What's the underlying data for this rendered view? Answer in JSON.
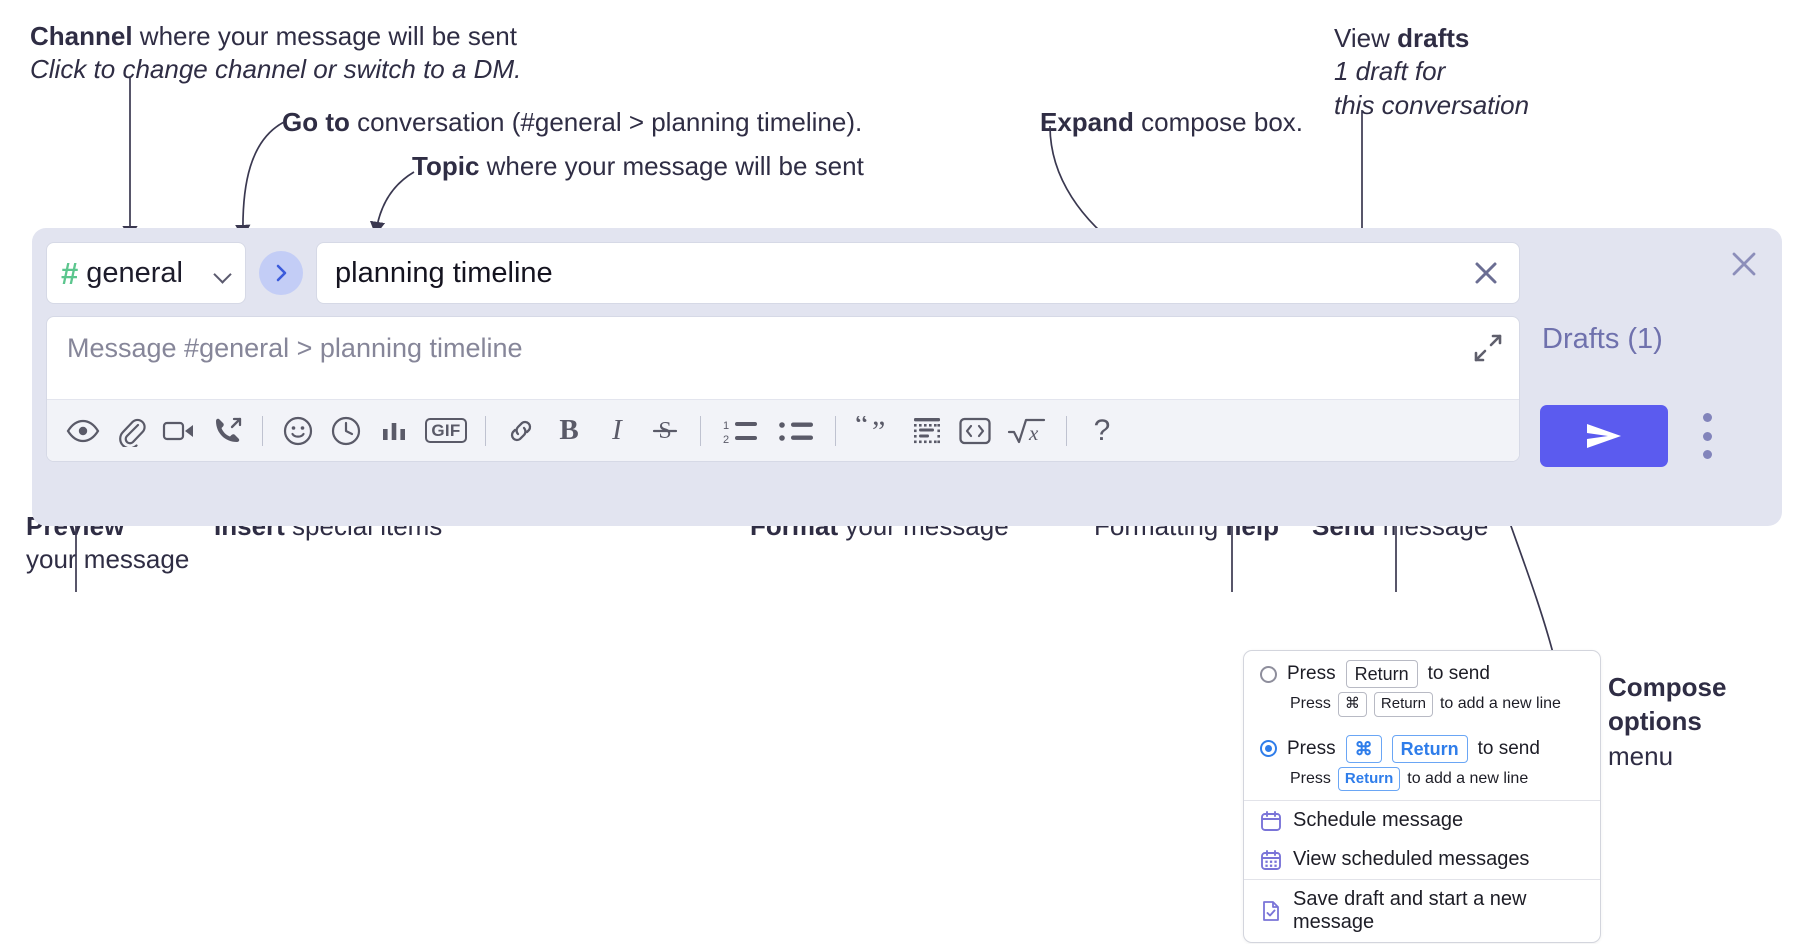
{
  "annotations": {
    "channel": {
      "bold": "Channel",
      "rest": " where your message will be sent",
      "italic": "Click to change channel or switch to a DM."
    },
    "goto": {
      "bold": "Go to",
      "rest": " conversation (#general > planning timeline)."
    },
    "topic": {
      "bold": "Topic",
      "rest": " where your message will be sent"
    },
    "expand": {
      "bold": "Expand",
      "rest": " compose box."
    },
    "drafts": {
      "pre": "View ",
      "bold": "drafts",
      "italic1": "1 draft for",
      "italic2": "this conversation"
    },
    "preview": {
      "bold": "Preview",
      "rest": "your message"
    },
    "insert": {
      "bold": "Insert",
      "rest": " special items"
    },
    "format": {
      "bold": "Format",
      "rest": " your message"
    },
    "help": {
      "pre": "Formatting ",
      "bold": "help"
    },
    "send": {
      "bold": "Send",
      "rest": " message"
    },
    "compose_options": {
      "bold1": "Compose",
      "bold2": "options",
      "rest": "menu"
    }
  },
  "compose": {
    "channel_label": "general",
    "channel_hash": "#",
    "goto_icon": "chevron-right-icon",
    "topic_value": "planning timeline",
    "topic_clear_icon": "close-icon",
    "message_placeholder": "Message #general > planning timeline",
    "expand_icon": "expand-icon",
    "toolbar": [
      {
        "name": "preview-button",
        "icon": "eye-icon",
        "label": "Preview"
      },
      {
        "name": "attach-button",
        "icon": "paperclip-icon",
        "label": "Attach file"
      },
      {
        "name": "video-button",
        "icon": "video-camera-icon",
        "label": "Record video clip"
      },
      {
        "name": "audio-button",
        "icon": "phone-arrow-icon",
        "label": "Record audio clip"
      },
      {
        "name": "emoji-button",
        "icon": "emoji-smiley-icon",
        "label": "Emoji"
      },
      {
        "name": "reminder-button",
        "icon": "clock-icon",
        "label": "Schedule"
      },
      {
        "name": "poll-button",
        "icon": "bar-chart-icon",
        "label": "Poll"
      },
      {
        "name": "gif-button",
        "icon": "gif-icon",
        "label": "GIF"
      },
      {
        "name": "link-button",
        "icon": "link-icon",
        "label": "Link"
      },
      {
        "name": "bold-button",
        "icon": "bold-icon",
        "label": "B"
      },
      {
        "name": "italic-button",
        "icon": "italic-icon",
        "label": "I"
      },
      {
        "name": "strikethrough-button",
        "icon": "strikethrough-icon",
        "label": "S"
      },
      {
        "name": "ordered-list-button",
        "icon": "ordered-list-icon",
        "label": "Ordered list"
      },
      {
        "name": "bulleted-list-button",
        "icon": "bulleted-list-icon",
        "label": "Bulleted list"
      },
      {
        "name": "blockquote-button",
        "icon": "quote-icon",
        "label": "Blockquote"
      },
      {
        "name": "code-block-button",
        "icon": "code-block-icon",
        "label": "Code block"
      },
      {
        "name": "inline-code-button",
        "icon": "angle-brackets-icon",
        "label": "Code"
      },
      {
        "name": "math-button",
        "icon": "square-root-icon",
        "label": "Math"
      },
      {
        "name": "help-button",
        "icon": "question-mark-icon",
        "label": "?"
      }
    ],
    "drafts_label": "Drafts (1)",
    "send_icon": "paper-plane-icon",
    "kebab_icon": "vertical-dots-icon",
    "close_icon": "close-icon"
  },
  "options_menu": {
    "rows": [
      {
        "selected": false,
        "main": {
          "pre": "Press",
          "key": "Return",
          "post": "to send"
        },
        "sub": {
          "pre": "Press",
          "key1": "⌘",
          "key2": "Return",
          "post": "to add a new line"
        }
      },
      {
        "selected": true,
        "main": {
          "pre": "Press",
          "key1": "⌘",
          "key2": "Return",
          "post": "to send"
        },
        "sub": {
          "pre": "Press",
          "key": "Return",
          "post": "to add a new line"
        }
      }
    ],
    "items": [
      {
        "icon": "calendar-icon",
        "label": "Schedule message"
      },
      {
        "icon": "calendar-grid-icon",
        "label": "View scheduled messages"
      },
      {
        "icon": "document-check-icon",
        "label": "Save draft and start a new message"
      }
    ]
  },
  "colors": {
    "widget_bg": "#e2e4f0",
    "accent_send": "#5b5bef",
    "hash_green": "#5cc68e",
    "goto_circle": "#c3cdf6",
    "drafts_text": "#6f71ad",
    "selected_blue": "#2f7dea",
    "menu_icon_purple": "#7a74d8"
  }
}
